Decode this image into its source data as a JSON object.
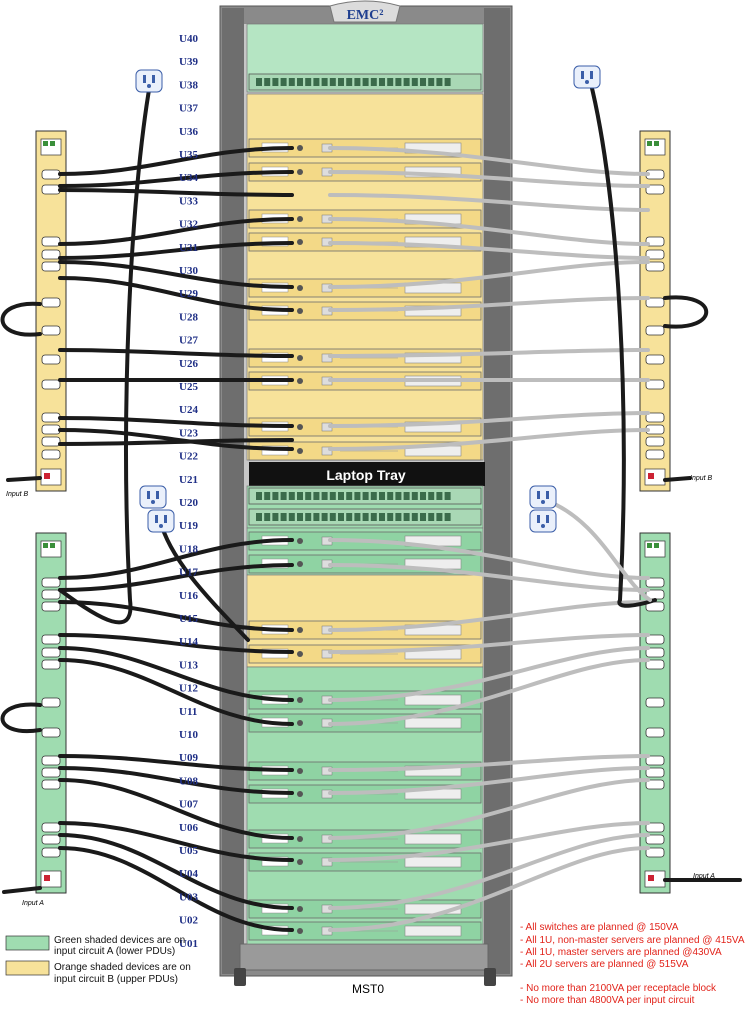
{
  "rack": {
    "logo": "EMC²",
    "name": "MST0",
    "tray_label": "Laptop Tray"
  },
  "units": [
    "U40",
    "U39",
    "U38",
    "U37",
    "U36",
    "U35",
    "U34",
    "U33",
    "U32",
    "U31",
    "U30",
    "U29",
    "U28",
    "U27",
    "U26",
    "U25",
    "U24",
    "U23",
    "U22",
    "U21",
    "U20",
    "U19",
    "U18",
    "U17",
    "U16",
    "U15",
    "U14",
    "U13",
    "U12",
    "U11",
    "U10",
    "U09",
    "U08",
    "U07",
    "U06",
    "U05",
    "U04",
    "U03",
    "U02",
    "U01"
  ],
  "legend": {
    "green": {
      "line1": "Green shaded devices are on",
      "line2": "input circuit A (lower PDUs)",
      "color": "#9fdcb0"
    },
    "orange": {
      "line1": "Orange shaded devices are on",
      "line2": "input circuit B (upper PDUs)",
      "color": "#f7e29a"
    }
  },
  "notes": [
    "- All switches are planned @ 150VA",
    "- All 1U, non-master servers are planned @ 415VA",
    "- All 1U, master servers are planned @430VA",
    "- All 2U servers are planned @ 515VA",
    "- No more than 2100VA per receptacle block",
    "- No more than 4800VA per input circuit"
  ],
  "pdu_labels": {
    "upper_left": "Input B",
    "upper_right": "Input B",
    "lower_left": "Input A",
    "lower_right": "Input A"
  },
  "colors": {
    "circuit_a": "#9fdcb0",
    "circuit_b": "#f7e29a",
    "cable_dark": "#1a1a1a",
    "cable_light": "#bdbdbd",
    "unit_label": "#1f2f86",
    "notes": "#e2231a"
  }
}
